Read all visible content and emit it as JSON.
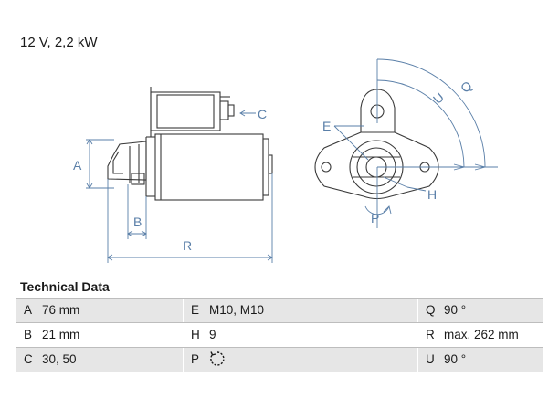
{
  "header": {
    "title": "12 V, 2,2 kW"
  },
  "drawing_labels": {
    "A": "A",
    "B": "B",
    "C": "C",
    "R": "R",
    "E": "E",
    "H": "H",
    "P": "P",
    "U": "U",
    "Q": "Q"
  },
  "technical_data": {
    "title": "Technical Data",
    "rows": [
      [
        {
          "key": "A",
          "value": "76 mm"
        },
        {
          "key": "E",
          "value": "M10, M10"
        },
        {
          "key": "Q",
          "value": "90 °"
        }
      ],
      [
        {
          "key": "B",
          "value": "21 mm"
        },
        {
          "key": "H",
          "value": "9"
        },
        {
          "key": "R",
          "value": "max. 262 mm"
        }
      ],
      [
        {
          "key": "C",
          "value": "30, 50"
        },
        {
          "key": "P",
          "value": "",
          "icon": "rotation-direction-icon"
        },
        {
          "key": "U",
          "value": "90 °"
        }
      ]
    ]
  }
}
